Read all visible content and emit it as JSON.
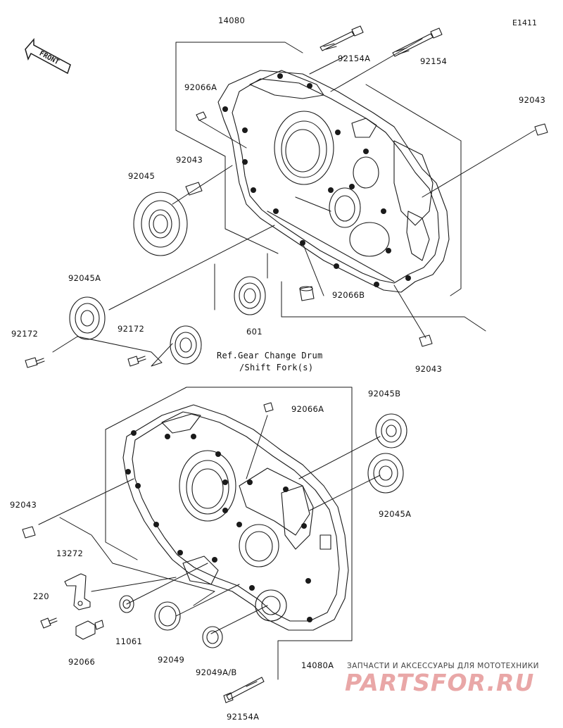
{
  "diagram": {
    "code": "E1411",
    "front_label": "FRONT",
    "labels": {
      "p14080": "14080",
      "p92154A_top": "92154A",
      "p92154_top": "92154",
      "p92066A_top": "92066A",
      "p92043_r": "92043",
      "p92043_l": "92043",
      "p92045": "92045",
      "p92045A_l": "92045A",
      "p92066B": "92066B",
      "p92172_a": "92172",
      "p92172_b": "92172",
      "p601": "601",
      "ref_line1": "Ref.Gear Change Drum",
      "ref_line2": "/Shift Fork(s)",
      "p92043_mid": "92043",
      "p92045B": "92045B",
      "p92066A_mid": "92066A",
      "p92045A_r": "92045A",
      "p92043_bl": "92043",
      "p13272": "13272",
      "p220": "220",
      "p11061": "11061",
      "p92066": "92066",
      "p92049": "92049",
      "p92049AB": "92049A/B",
      "p14080A": "14080A",
      "p92154A_bot": "92154A"
    },
    "watermark": {
      "tagline": "ЗАПЧАСТИ И АКСЕССУАРЫ ДЛЯ МОТОТЕХНИКИ",
      "brand": "PARTSFOR.RU"
    },
    "colors": {
      "line": "#1a1a1a",
      "watermark": "#e9a7a7"
    }
  }
}
